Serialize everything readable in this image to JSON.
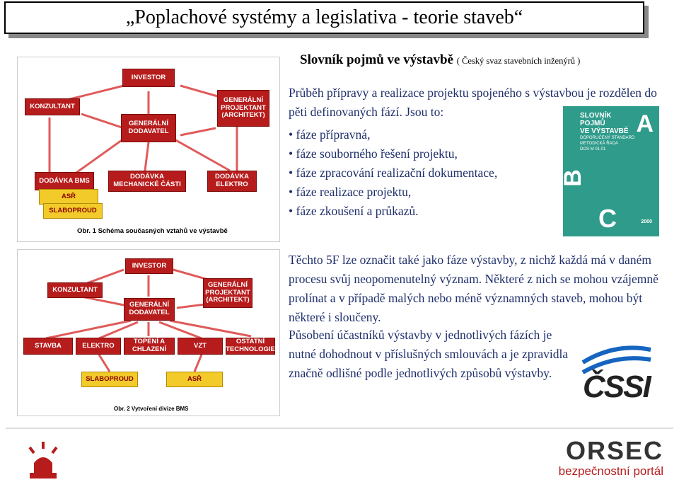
{
  "title": "„Poplachové systémy a legislativa - teorie staveb“",
  "subtitle": "Slovník pojmů ve výstavbě",
  "subtitle_note": "( Český svaz stavebních inženýrů )",
  "intro": "Průběh přípravy a realizace projektu spojeného s výstavbou je rozdělen do pěti definovaných fází. Jsou to:",
  "phases": [
    "fáze přípravná,",
    "fáze souborného řešení projektu,",
    "fáze zpracování realizační dokumentace,",
    "fáze realizace projektu,",
    "fáze zkoušení a průkazů."
  ],
  "paragraph2": "Těchto 5F lze označit také jako fáze výstavby, z nichž každá má v daném procesu svůj neopomenutelný význam. Některé z nich se mohou vzájemně prolínat a v případě malých nebo méně významných staveb, mohou být některé i sloučeny.",
  "paragraph3": "Působení účastníků výstavby v jednotlivých fázích je nutné dohodnout v příslušných smlouvách a je zpravidla značně odlišné podle jednotlivých způsobů výstavby.",
  "diagram1": {
    "investor": "INVESTOR",
    "konzultant": "KONZULTANT",
    "gen_projektant": "GENERÁLNÍ PROJEKTANT (ARCHITEKT)",
    "gen_dodavatel": "GENERÁLNÍ DODAVATEL",
    "bms": "DODÁVKA BMS",
    "asr": "ASŘ",
    "slaboproud": "SLABOPROUD",
    "mechanicke": "DODÁVKA MECHANICKÉ ČÁSTI",
    "elektro": "DODÁVKA ELEKTRO",
    "caption": "Obr. 1 Schéma současných vztahů ve výstavbě"
  },
  "diagram2": {
    "investor": "INVESTOR",
    "konzultant": "KONZULTANT",
    "gen_projektant": "GENERÁLNÍ PROJEKTANT (ARCHITEKT)",
    "gen_dodavatel": "GENERÁLNÍ DODAVATEL",
    "stavba": "STAVBA",
    "elektro": "ELEKTRO",
    "topeni": "TOPENÍ A CHLAZENÍ",
    "vzt": "VZT",
    "ostatni": "OSTATNÍ TECHNOLOGIE",
    "slaboproud": "SLABOPROUD",
    "asr": "ASŘ",
    "caption": "Obr. 2 Vytvoření divize BMS"
  },
  "book": {
    "l1": "SLOVNÍK",
    "l2": "POJMŮ",
    "l3": "VE VÝSTAVBĚ",
    "l4": "DOPORUČENÝ STANDARD",
    "l5": "METODICKÁ ŘADA",
    "l6": "DOS M 01.01",
    "year": "2000",
    "a": "A",
    "b": "B",
    "c": "C"
  },
  "logo_csi": "ČSSI",
  "footer": {
    "brand": "ORSEC",
    "tagline": "bezpečnostní portál"
  },
  "colors": {
    "red": "#b71c1c",
    "yellow": "#f2cb2a",
    "text": "#1f2f6b",
    "book": "#2f9b8b"
  }
}
